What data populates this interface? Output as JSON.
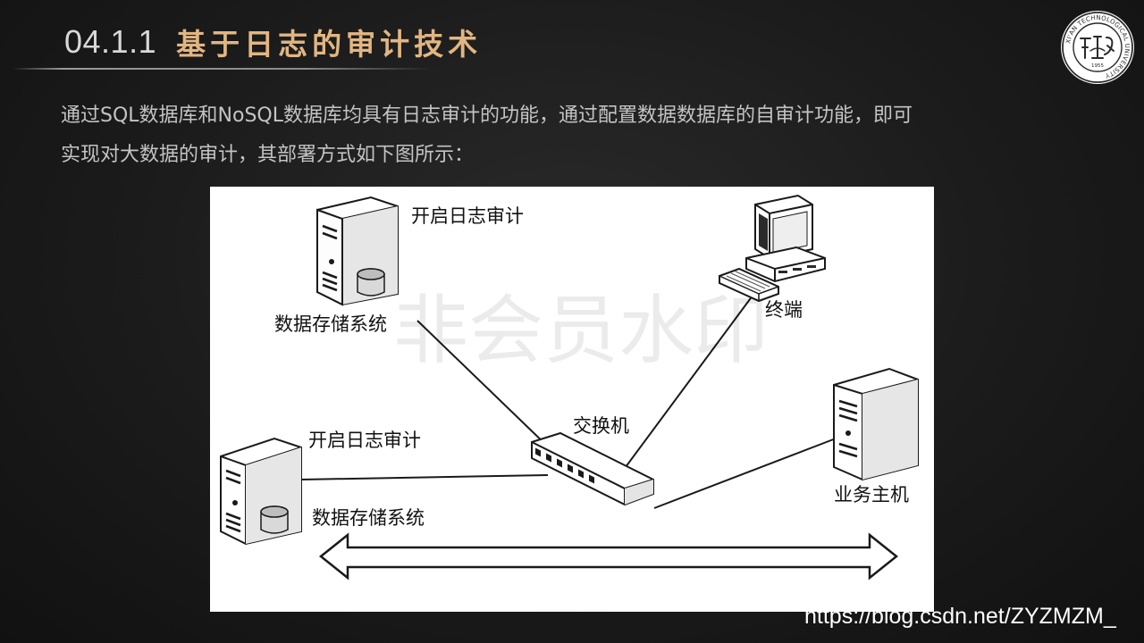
{
  "header": {
    "section_number": "04.1.1",
    "section_title": "基于日志的审计技术"
  },
  "logo": {
    "ring_text": "XI'AN TECHNOLOGICAL UNIVERSITY",
    "year": "1955"
  },
  "body": {
    "line1": "通过SQL数据库和NoSQL数据库均具有日志审计的功能，通过配置数据数据库的自审计功能，即可",
    "line2": "实现对大数据的审计，其部署方式如下图所示："
  },
  "diagram": {
    "server1_audit_label": "开启日志审计",
    "server1_storage_label": "数据存储系统",
    "server2_audit_label": "开启日志审计",
    "server2_storage_label": "数据存储系统",
    "terminal_label": "终端",
    "switch_label": "交换机",
    "business_host_label": "业务主机",
    "watermark": "非会员水印"
  },
  "footer": {
    "url": "https://blog.csdn.net/ZYZMZM_"
  },
  "colors": {
    "title_accent": "#e2b682",
    "body_text": "#c4c4c4",
    "background": "#1b1b1b"
  }
}
